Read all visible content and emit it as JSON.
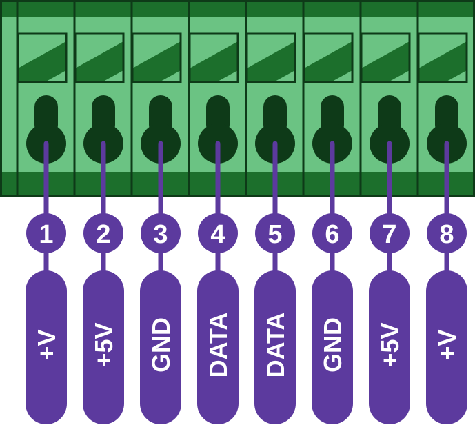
{
  "title": "8-pin terminal block pinout",
  "colors": {
    "green_dark": "#1c6f2c",
    "green_light": "#6bc383",
    "outline": "#0e3a18",
    "purple": "#5c3a9e"
  },
  "pins": [
    {
      "number": "1",
      "label": "+V"
    },
    {
      "number": "2",
      "label": "+5V"
    },
    {
      "number": "3",
      "label": "GND"
    },
    {
      "number": "4",
      "label": "DATA"
    },
    {
      "number": "5",
      "label": "DATA"
    },
    {
      "number": "6",
      "label": "GND"
    },
    {
      "number": "7",
      "label": "+5V"
    },
    {
      "number": "8",
      "label": "+V"
    }
  ]
}
